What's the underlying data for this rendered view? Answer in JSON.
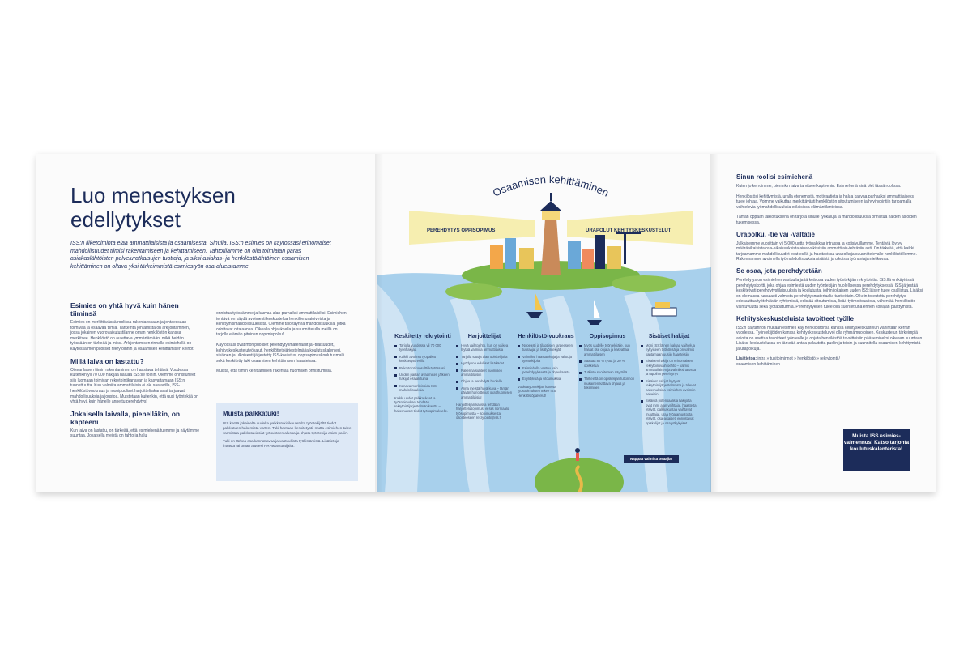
{
  "left": {
    "title_line1": "Luo menestyksen",
    "title_line2": "edellytykset",
    "intro": "ISS:n liiketoiminta elää ammattilaisista ja osaamisesta. Sinulla, ISS:n esimies on käytössäsi erinomaiset mahdollisuudet tiimisi rakentamiseen ja kehittämiseen. Tahtotilamme on olla toimialan paras asiakaslähtöisten palveluratkaisujen tuottaja, ja siksi asiakas- ja henkilöstölähtöinen osaamisen kehittäminen on oltava yksi tärkeimmistä esimiestyön osa-alueistamme.",
    "s1_title": "Esimies on yhtä hyvä kuin hänen tiiminsä",
    "s1_text": "Esimies on merkittävässä roolissa rakentaessaan ja johtaessaan toimivaa ja osaavaa tiimiä. Tärkeintä johtamista on arkijohtaminen, jossa jokainen vuorovaikutustilanne oman henkilöstön kanssa merkitsee. Henkilöstö on autettava ymmärtämään, mikä heidän työssään on tärkeää ja miksi. Arkijohtamisen rinnalla esimiehellä on käytössä monipuoliset rekrytoinnin ja osaamisen kehittämisen keinot.",
    "s2_title": "Millä laiva on lastattu?",
    "s2_text": "Oikeanlaisen tiimin rakentaminen on haastava tehtävä. Vuodessa kuitenkin yli 70 000 hakijaa haluaa ISS:lle töihin. Olemme onnistuneet siis luomaan toimivan rekrytointikanavan ja kasvattamaan ISS:n tunnettuutta. Kun valmiita ammattilaisia ei ole saatavilla, ISS-henkilöstövuokraus ja monipuoliset harjoittelijakanavat tarjoavat mahdollisuuksia ja joustoa. Muistetaan kuitenkin, että uusi työntekijä on yhtä hyvä kuin hänelle annettu perehdytys!",
    "s3_title": "Jokaisella laivalla, pienelläkin, on kapteeni",
    "s3_text": "Kun laiva on lastattu, on tärkeää, että esimiehenä tuemme ja näytämme suuntaa. Jokaisella meistä on tahto ja halu",
    "c2_text1": "onnistua työssämme ja kasvaa alan parhaiksi ammattilaisiksi. Esimiehen tehtävä on käydä avoimesti keskustelua henkilön uratoiveista ja kehittymismahdollisuuksista. Olemme talo täynnä mahdollisuuksia, jotka odottavat ottajaansa. Oikealla ohjauksella ja suunnittelulla meillä on tarjolla elämän pituinen oppimispolku!",
    "c2_text2": "Käytössäsi ovat monipuoliset perehdytysmateriaalit ja -tilaisuudet, kehityskeskustelutyökalut, henkilötietojärjestelmä ja koulutuskalenteri, sisäinen ja ulkoisesti järjestetty ISS-koulutus, oppisopimuskoulutusmalli sekä keskitetty tuki osaamisen kehittämisen haasteissa.",
    "c2_text3": "Muista, että tiimin kehittäminen rakentaa huomisen onnistumisia.",
    "callout_title": "Muista palkkatuki!",
    "callout_text1": "ISS kerää jokaiselta uudelta palkkatukioikeutetulta työntekijältä tiedot palkkatuen hakemista varten. Tuki haetaan keskitetysti, mutta esimiehen tulee varmistaa palkkatukiasiat työsuhteen alussa ja ohjata työntekijä asian pariin.",
    "callout_text2": "Tuki on tärkeä osa kannattavaa ja vastuullista työllistämistä. Lisätietoja intrasta tai oman alueesi HR-asiantuntijalta."
  },
  "mid": {
    "title": "Osaamisen kehittäminen",
    "beam_left": "PEREHDYTYS   OPPISOPIMUS",
    "beam_right": "URAPOLUT   KEHITYSKESKUSTELUT",
    "cards": [
      {
        "title": "Keskitetty rekrytointi",
        "items": [
          "Tarjolla vuodessa yli 70 000 työnhakijaa",
          "Kaikki avoimet työpaikat keskitetysti esillä",
          "Rekrytointikonsultti käytössäsi",
          "Uuden paikan avaamisen jälkeen hakijat esivalittuina",
          "Kanava merkkinoida ISS-mahdollisuuksia"
        ],
        "note": "Kaikki uudet palkkaukset ja työsopimukset tehdään rekrytointijärjestelmän kautta – hakemukset tiedot työsopimukselle."
      },
      {
        "title": "Harjoittelijat",
        "items": [
          "Hyvä vaihtoehto, kun on vaikea löytää valmiita ammattilaisia",
          "Tarjolla satoja alan opiskelijoita",
          "Hyödynnä edulliset lisäkädet",
          "Rakenna suhteet huomisen ammattilaisiin",
          "Ohjaa ja perehdytä huolella",
          "Anna meistä hyvä kuva – tämän päivän harjoittelijat ovat huomisen ammattilaisia!"
        ],
        "note": "Harjoittelijan kanssa tehdään harjoittelusopimus, ei siis normaalia työsopimusta – sopimuksesta osoitteeseen rekrytointi@iss.fi"
      },
      {
        "title": "Henkilöstö-vuokraus",
        "items": [
          "Nopeasti ja tilapäisen tarpeeseen tuuraajat ja lisätyöntekijät",
          "Valmiiksi haastateltuja ja valittuja työntekijöitä",
          "Esimiehellä vastuu vain perehdytyksestä ja ohjauksesta",
          "Ei ylityksiä ja sitoumuksia"
        ],
        "note": "Vuokratyöntekijän kanssa työsopimuksen tekee ISS Henkilöstöpalvelut!"
      },
      {
        "title": "Oppisopimus",
        "items": [
          "Myös uudelle työntekijälle, kun haluat itse ohjata ja kasvattaa ammattilaisen",
          "Saattaa 80 % työtä ja 20 % opiskelua",
          "Tutkinto suoritetaan näytöillä",
          "Tärkeintä on opiskelijan tutkinnon mukainen kattava ohjaus ja tukeminen"
        ],
        "note": ""
      },
      {
        "title": "Sisäiset hakijat",
        "items": [
          "Moni ISS:läinen haluaa vaihtelua nykyiseen työhönsä ja on valmis kantamaan uusiin haasteisiin",
          "Sisäinen hakija on erinomainen rekrytointivaihtoehto – valmis ammattilainen ja valmiiksi talossa ja tapoihin perehtynyt",
          "Sisäiset hakijat löytyvät rekrytointijärjestelmästä ja tulevat hakemuksina esimiehen avoimiin hakuihin",
          "Sisäisiä potentiaalisia hakijoita ovat mm. alan vaihtajat, haastetta etsivät, palkkakuntaa vaihtavat muuttajat, uraa työalamuutosta etsivät, osa-aikaiset, ennustavat opiskelijat ja osatyökykyiset"
        ],
        "note": ""
      }
    ],
    "small_button": "Nappaa valmiita osaajia!"
  },
  "right": {
    "r1_title": "Sinun roolisi esimiehenä",
    "r1_text1": "Kuten jo kerroimme, pieninkin laiva tarvitsee kapteenin. Esimiehenä sinä olet tässä roolissa.",
    "r1_text2": "Henkilöstösi kehittymistä, uralla etenemistä, motivaatiota ja halua kasvaa parhaaksi ammattilaiseksi tulee johtaa. Voimme vaikuttaa merkittävästi henkilöstön sitoutumiseen ja hyvinvointiin tarjoamalla vaihtelevia työmahdollisuuksia erilaisissa elämäntilanteissa.",
    "r1_text3": "Tämän oppaan tarkoituksena on tarjota sinulle työkaluja ja mahdollisuuksia onnistua näiden asioiden tukemisessa.",
    "r2_title": "Urapolku, -tie vai -valtatie",
    "r2_text": "Julkaisemme vuosittain yli 5 000 uutta työpaikkaa intrassa ja kotisivuillamme. Tehtäviä löytyy määräaikaisista osa-aikaisuuksista aina vakituisiin ammattilais-tehtäviin asti. On tärkeää, että kaikki tarjoamamme mahdollisuudet ovat esillä ja haettavissa urapolkuja suunnittelevalle henkilöstöllemme. Rakennamme avoimella työmahdollisuuksia sisäistä ja ulkoista työnantajamielikuvaa.",
    "r3_title": "Se osaa, jota perehdytetään",
    "r3_text": "Perehdytys on esimiehen vastuulla ja tärkeä osa uuden työntekijän rekrytointia. ISS:llä on käytössä perehdytyskortti, joka ohjaa esimiestä uuden työntekijän huolellisessa perehdytyksessä. ISS järjestää keskitetysti perehdytystilaisuuksia ja koulutusta, joihin jokaisen uuden ISS:läisen tulee osallistua. Lisäksi on olemassa runsaasti valmista perehdytysmateriaalia tuotteittain. Oikein toteutettu perehdytys edesauttaa työtehtävän ryhtymistä, edistää sitoutumista, lisää työmotivaatiota, vähentää henkilöstön vaihtuvuutta sekä työtapaturmia. Perehdytyksen tulee olla suoritettuna ennen koeajan päättymistä.",
    "r4_title": "Kehityskeskusteluista tavoitteet työlle",
    "r4_text": "ISS:n käytännön mukaan esimies käy henkilöstönsä kanssa kehityskeskustelun vähintään kerran vuodessa. Työntekijöiden kanssa kehityskeskustelu voi olla ryhmämuotoinen. Keskustelun tärkeimpiä asioita on asettaa tavoitteet työnteolle ja ohjata henkilöstöä tavoitteisiin pääsemiseksi oikeaan suuntaan. Lisäksi keskustelussa on tärkeää antaa palautetta puolin ja toisin ja suunnitella osaamisen kehittymistä ja urapolkuja.",
    "r5_label": "Lisätietoa:",
    "r5_text": "intra » tukitoiminnot » henkilöstö » rekrytointi / osaamisen kehittäminen",
    "cta": "Muista ISS esimies-valmennus! Katso tarjonta koulutuskalenterista!"
  },
  "colors": {
    "navy": "#1c2c5a",
    "water": "#a8d0ec",
    "light_blue": "#dde8f6",
    "beam": "#f6eeb0"
  }
}
